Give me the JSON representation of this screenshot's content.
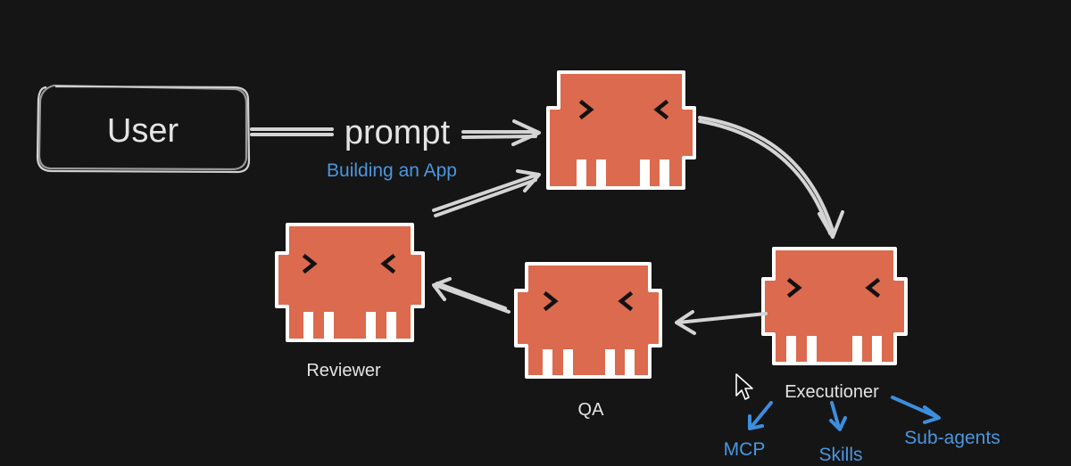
{
  "nodes": {
    "user": {
      "label": "User"
    },
    "orchestrator": {
      "label": ""
    },
    "executioner": {
      "label": "Executioner"
    },
    "qa": {
      "label": "QA"
    },
    "reviewer": {
      "label": "Reviewer"
    }
  },
  "edges": {
    "prompt_label": "prompt",
    "prompt_caption": "Building an App"
  },
  "executioner_tools": {
    "items": [
      {
        "label": "MCP"
      },
      {
        "label": "Skills"
      },
      {
        "label": "Sub-agents"
      }
    ]
  },
  "colors": {
    "background": "#151515",
    "robot_fill": "#db6a4e",
    "robot_outline": "#ffffff",
    "sketch_stroke": "#d4d4d4",
    "accent_blue": "#4a96e0"
  },
  "icons": {
    "agent": "robot-icon",
    "cursor": "mouse-pointer-icon"
  }
}
